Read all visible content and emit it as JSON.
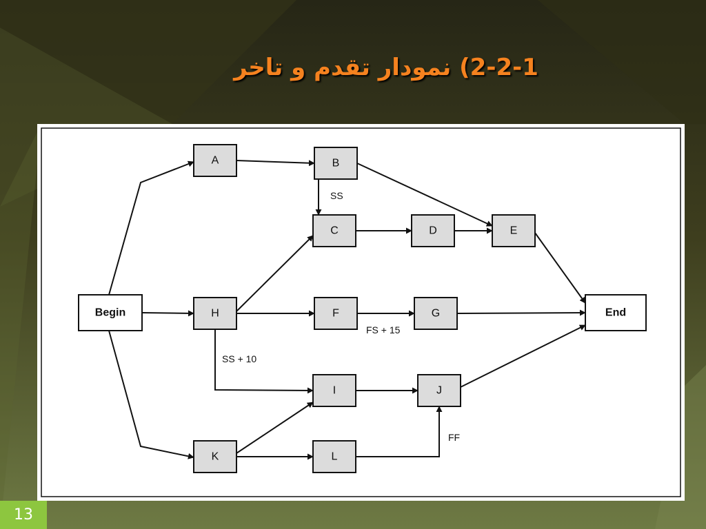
{
  "slide": {
    "title": "2-2-1) نمودار تقدم و تاخر",
    "number": "13",
    "colors": {
      "background": "#3a3a1c",
      "title": "#f5821f",
      "slide_number_bg": "#8dc63f"
    }
  },
  "diagram": {
    "nodes": [
      {
        "id": "begin",
        "label": "Begin",
        "terminal": true
      },
      {
        "id": "a",
        "label": "A"
      },
      {
        "id": "b",
        "label": "B"
      },
      {
        "id": "c",
        "label": "C"
      },
      {
        "id": "d",
        "label": "D"
      },
      {
        "id": "e",
        "label": "E"
      },
      {
        "id": "h",
        "label": "H"
      },
      {
        "id": "f",
        "label": "F"
      },
      {
        "id": "g",
        "label": "G"
      },
      {
        "id": "end",
        "label": "End",
        "terminal": true
      },
      {
        "id": "i",
        "label": "I"
      },
      {
        "id": "j",
        "label": "J"
      },
      {
        "id": "k",
        "label": "K"
      },
      {
        "id": "l",
        "label": "L"
      }
    ],
    "edges": [
      {
        "from": "begin",
        "to": "a"
      },
      {
        "from": "begin",
        "to": "h"
      },
      {
        "from": "begin",
        "to": "k"
      },
      {
        "from": "a",
        "to": "b"
      },
      {
        "from": "b",
        "to": "c",
        "label": "SS"
      },
      {
        "from": "b",
        "to": "e"
      },
      {
        "from": "c",
        "to": "d"
      },
      {
        "from": "d",
        "to": "e"
      },
      {
        "from": "e",
        "to": "end"
      },
      {
        "from": "h",
        "to": "c"
      },
      {
        "from": "h",
        "to": "f"
      },
      {
        "from": "h",
        "to": "i",
        "label": "SS + 10"
      },
      {
        "from": "f",
        "to": "g",
        "label": "FS + 15"
      },
      {
        "from": "g",
        "to": "end"
      },
      {
        "from": "i",
        "to": "j"
      },
      {
        "from": "j",
        "to": "end"
      },
      {
        "from": "k",
        "to": "i"
      },
      {
        "from": "k",
        "to": "l"
      },
      {
        "from": "l",
        "to": "j",
        "label": "FF"
      }
    ]
  }
}
